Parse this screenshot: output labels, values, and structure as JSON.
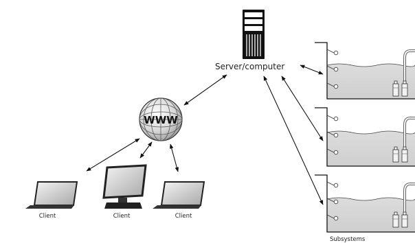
{
  "nodes": {
    "server_label": "Server/computer",
    "www_label": "WWW",
    "clients": [
      "Client",
      "Client",
      "Client"
    ],
    "subsystems_label": "Subsystems"
  }
}
